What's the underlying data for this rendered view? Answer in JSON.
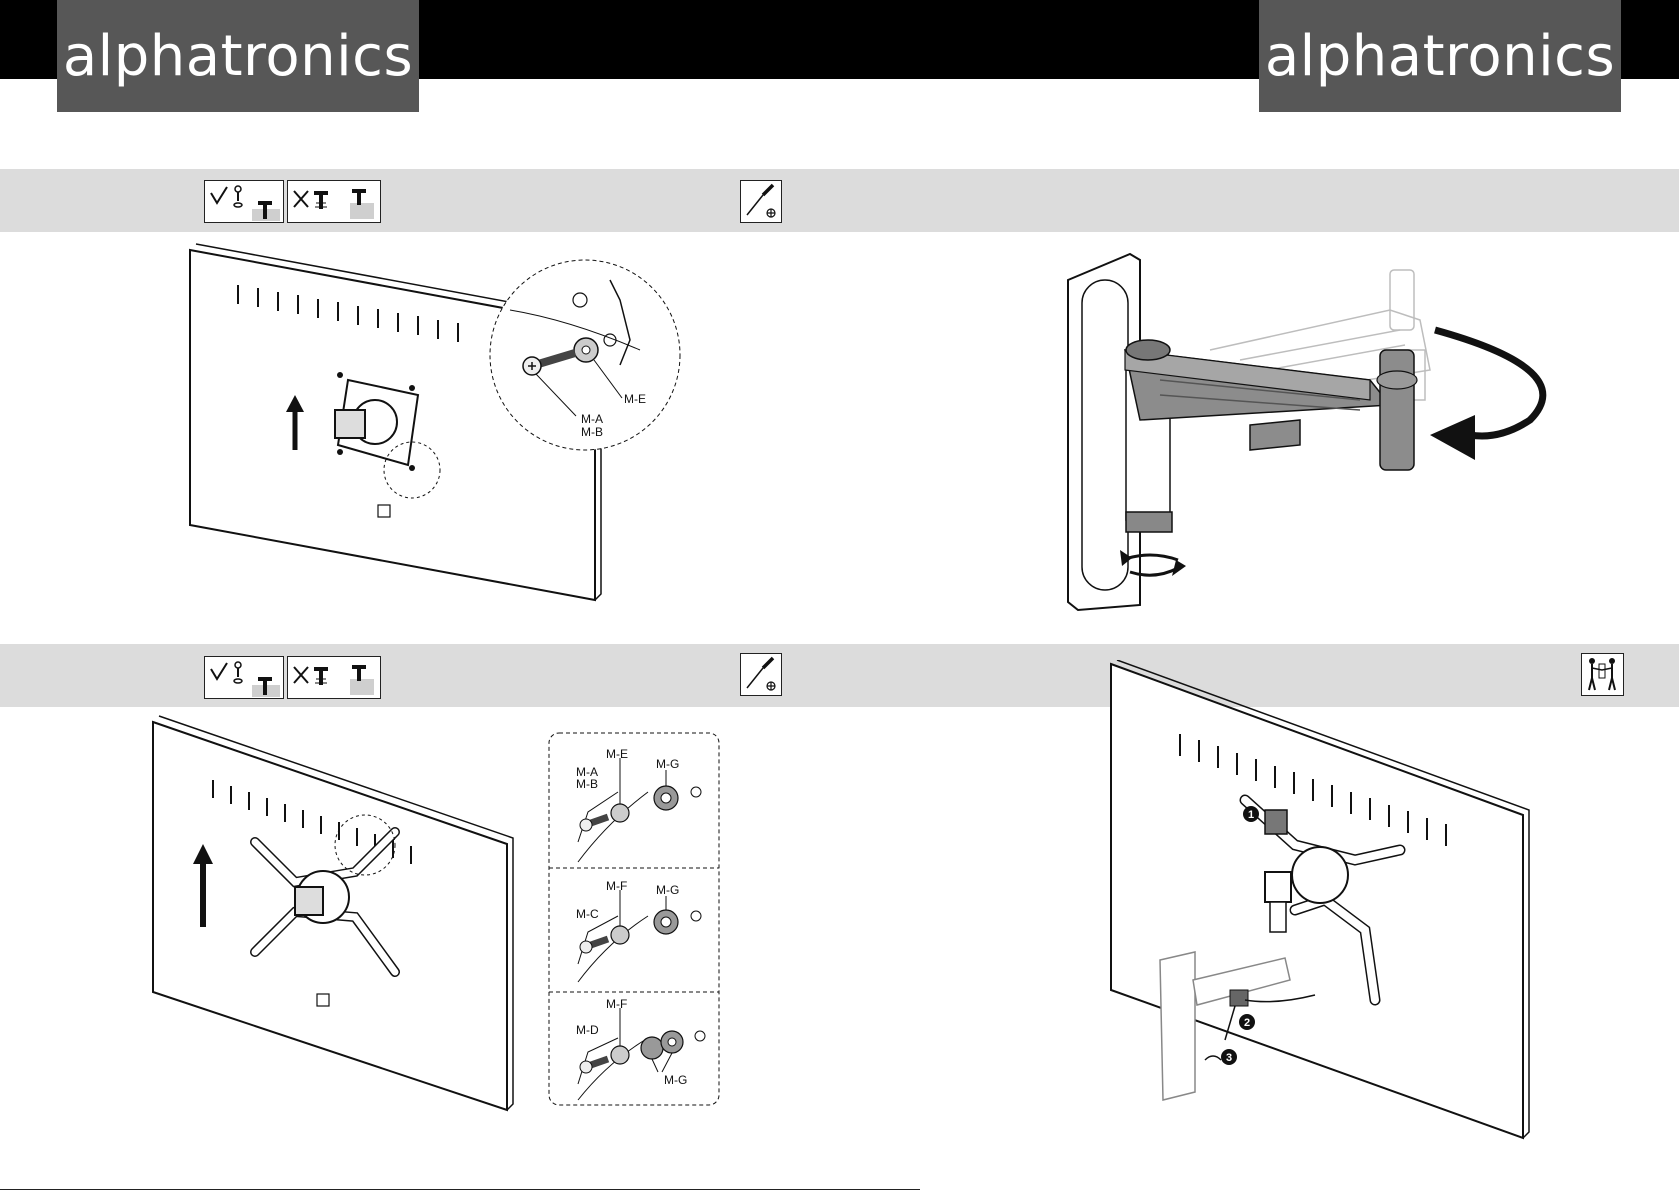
{
  "header": {
    "brand_left": "alphatronics",
    "brand_right": "alphatronics"
  },
  "colors": {
    "header_bar": "#000000",
    "logo_box": "#575757",
    "instruction_band": "#dcdcdc",
    "arm_grey": "#8c8c8c"
  },
  "icons": {
    "correct_hardware": "check-screw-icon",
    "wrong_hardware": "cross-screw-icon",
    "tool": "phillips-screwdriver-icon",
    "two_person": "two-person-lift-icon"
  },
  "step1": {
    "callout_labels": {
      "washer": "M-E",
      "screw_a": "M-A",
      "screw_b": "M-B"
    }
  },
  "step3": {
    "detail1": {
      "screw_a": "M-A",
      "screw_b": "M-B",
      "washer": "M-E",
      "spacer": "M-G"
    },
    "detail2": {
      "screw": "M-C",
      "washer": "M-F",
      "spacer": "M-G"
    },
    "detail3": {
      "screw": "M-D",
      "washer": "M-F",
      "spacer": "M-G"
    }
  },
  "step4": {
    "markers": [
      "1",
      "2",
      "3"
    ]
  }
}
